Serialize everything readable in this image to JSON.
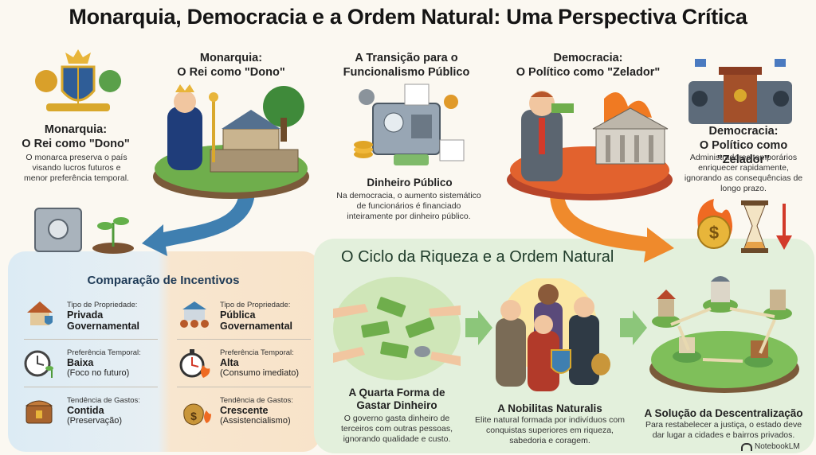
{
  "title": "Monarquia, Democracia e a Ordem Natural: Uma Perspectiva Crítica",
  "monarchy_top": {
    "line1": "Monarquia:",
    "line2": "O Rei como \"Dono\""
  },
  "monarchy_side": {
    "line1": "Monarquia:",
    "line2": "O Rei como \"Dono\"",
    "text": "O monarca preserva o país visando lucros futuros e menor preferência temporal."
  },
  "transition": {
    "line1": "A Transição para o",
    "line2": "Funcionalismo Público",
    "sub": "Dinheiro Público",
    "text": "Na democracia, o aumento sistemático de funcionários é financiado inteiramente por dinheiro público."
  },
  "democracy_top": {
    "line1": "Democracia:",
    "line2": "O Político como \"Zelador\""
  },
  "democracy_side": {
    "line1": "Democracia:",
    "line2": "O Político como \"Zelador\"",
    "text": "Administradores temporários enriquecer rapidamente, ignorando as consequências de longo prazo."
  },
  "comparison": {
    "title": "Comparação de Incentivos",
    "rows": [
      {
        "left": {
          "label": "Tipo de Propriedade:",
          "value": "Privada",
          "note": "Governamental"
        },
        "right": {
          "label": "Tipo de Propriedade:",
          "value": "Pública",
          "note": "Governamental"
        }
      },
      {
        "left": {
          "label": "Preferência Temporal:",
          "value": "Baixa",
          "note": "(Foco no futuro)"
        },
        "right": {
          "label": "Preferência Temporal:",
          "value": "Alta",
          "note": "(Consumo imediato)"
        }
      },
      {
        "left": {
          "label": "Tendência de Gastos:",
          "value": "Contida",
          "note": "(Preservação)"
        },
        "right": {
          "label": "Tendência de Gastos:",
          "value": "Crescente",
          "note": "(Assistencialismo)"
        }
      }
    ]
  },
  "cycle": {
    "title": "O Ciclo da Riqueza e a Ordem Natural",
    "items": [
      {
        "line1": "A Quarta Forma de",
        "line2": "Gastar Dinheiro",
        "text": "O governo gasta dinheiro de terceiros com outras pessoas, ignorando qualidade e custo."
      },
      {
        "line1": "A Nobilitas Naturalis",
        "line2": "",
        "text": "Elite natural formada por indivíduos com conquistas superiores em riqueza, sabedoria e coragem."
      },
      {
        "line1": "A Solução da Descentralização",
        "line2": "",
        "text": "Para restabelecer a justiça, o estado deve dar lugar a cidades e bairros privados."
      }
    ]
  },
  "brand": "NotebookLM",
  "colors": {
    "blue_arrow": "#3f7fb0",
    "orange_arrow": "#ef8a2c",
    "green_arrow": "#8cc67a"
  }
}
